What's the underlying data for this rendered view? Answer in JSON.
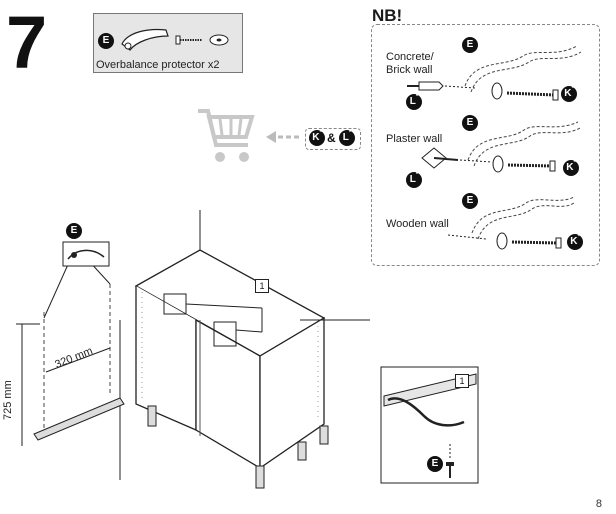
{
  "step": {
    "number": "7"
  },
  "parts": {
    "part_letter": "E",
    "label": "Overbalance protector x2"
  },
  "note": {
    "title": "NB!",
    "walls": [
      {
        "label_line1": "Concrete/",
        "label_line2": "Brick wall",
        "fixing_letter": "L",
        "screw_letter": "K",
        "bracket_letter": "E"
      },
      {
        "label_line1": "Plaster wall",
        "label_line2": "",
        "fixing_letter": "L",
        "screw_letter": "K",
        "bracket_letter": "E"
      },
      {
        "label_line1": "Wooden wall",
        "label_line2": "",
        "fixing_letter": "",
        "screw_letter": "K",
        "bracket_letter": "E"
      }
    ],
    "superscript": "*"
  },
  "shop": {
    "icon": "shopping-cart-icon",
    "left_letter": "K",
    "amp": "&",
    "right_letter": "L",
    "superscript": "*"
  },
  "dimensions": {
    "height": "725 mm",
    "spacing": "320 mm"
  },
  "callouts": {
    "wall_detail_letter": "E",
    "bottom_detail_letter": "E",
    "panel_tag": "1",
    "detail_tag": "1"
  },
  "page": {
    "number": "8"
  }
}
